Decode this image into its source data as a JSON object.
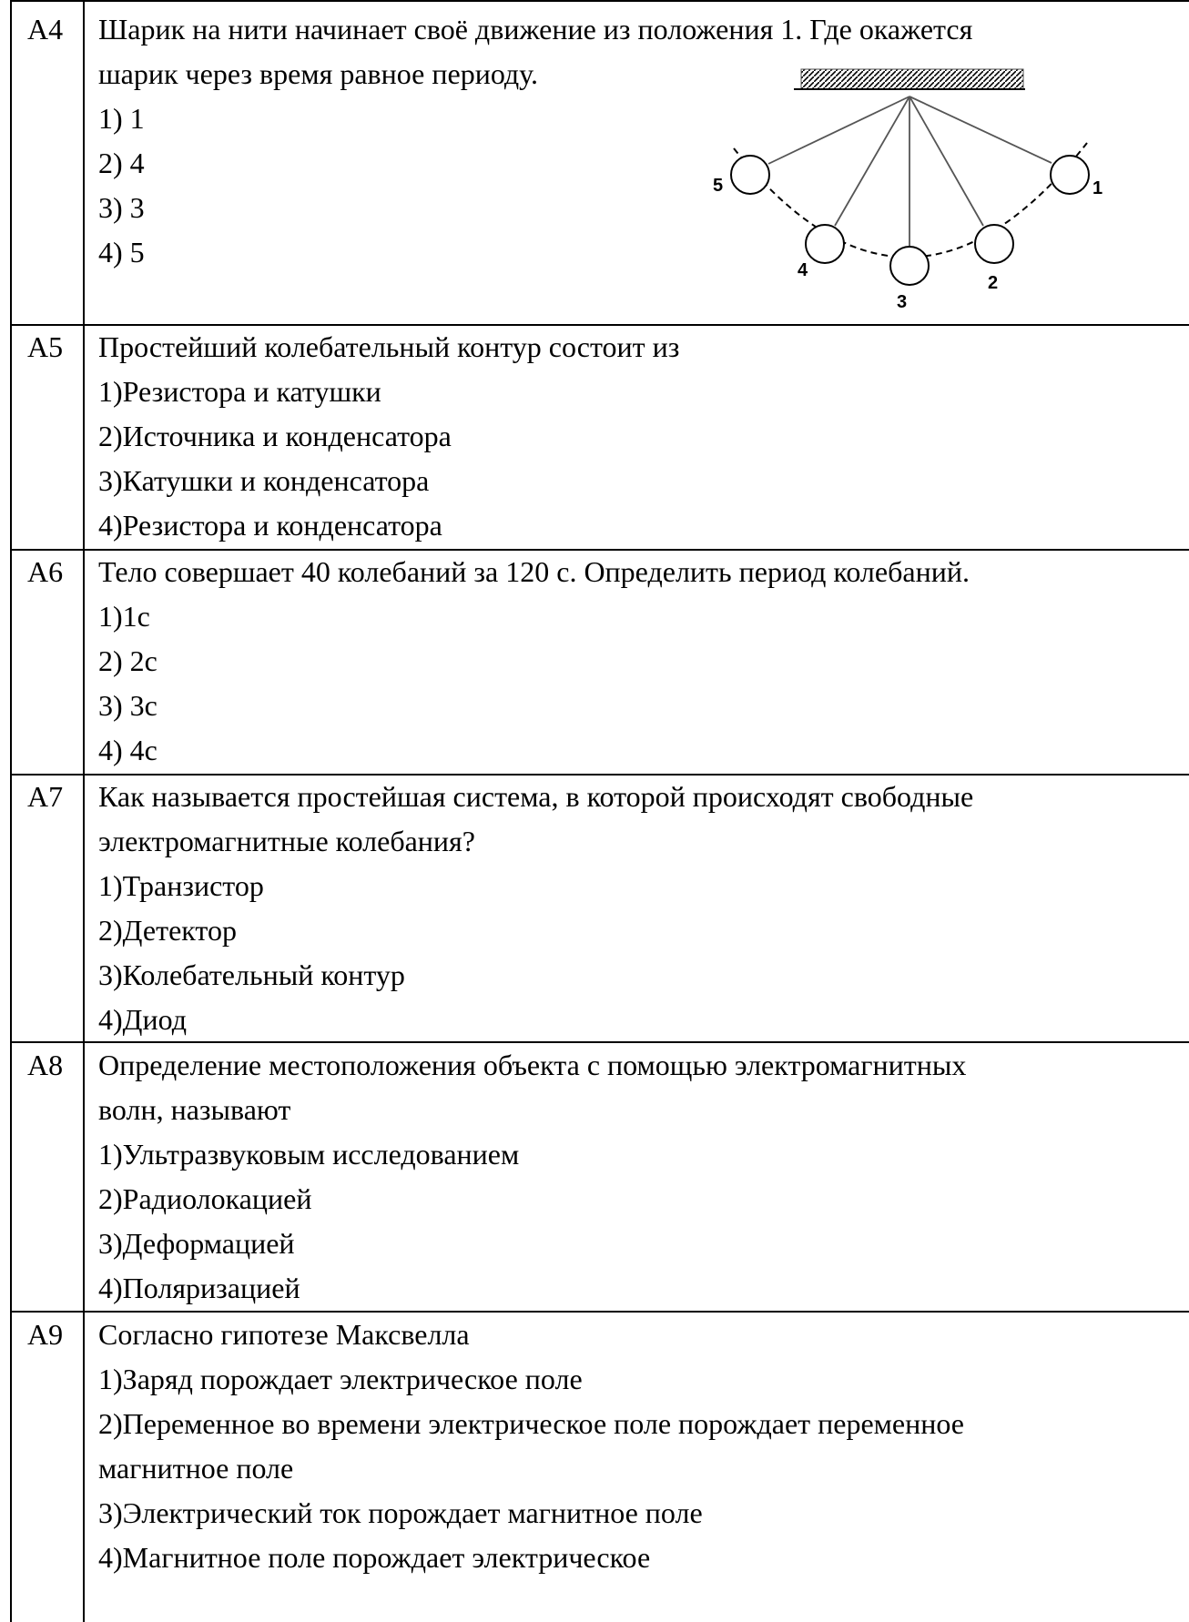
{
  "questions": [
    {
      "id": "A4",
      "lines": [
        "Шарик на нити начинает своё движение из положения 1. Где окажется",
        "шарик через время равное периоду.",
        "1) 1",
        "2) 4",
        "3) 3",
        "4) 5"
      ],
      "figure_labels": [
        "5",
        "4",
        "3",
        "2",
        "1"
      ]
    },
    {
      "id": "A5",
      "lines": [
        "Простейший колебательный контур состоит из",
        "1)Резистора и катушки",
        "2)Источника и конденсатора",
        "3)Катушки и конденсатора",
        "4)Резистора и конденсатора"
      ]
    },
    {
      "id": "A6",
      "lines": [
        "Тело совершает 40 колебаний за 120 с. Определить период колебаний.",
        "1)1с",
        "2) 2с",
        "3) 3с",
        "4) 4с"
      ]
    },
    {
      "id": "A7",
      "lines": [
        "Как называется простейшая система, в которой происходят свободные",
        "электромагнитные колебания?",
        "1)Транзистор",
        "2)Детектор",
        "3)Колебательный контур",
        "4)Диод"
      ]
    },
    {
      "id": "A8",
      "lines": [
        "Определение местоположения объекта с помощью электромагнитных",
        "волн, называют",
        "1)Ультразвуковым исследованием",
        "2)Радиолокацией",
        "3)Деформацией",
        "4)Поляризацией"
      ]
    },
    {
      "id": "A9",
      "lines": [
        "Согласно гипотезе Максвелла",
        "1)Заряд порождает электрическое поле",
        "2)Переменное во времени электрическое поле порождает переменное",
        "магнитное поле",
        "3)Электрический ток порождает магнитное поле",
        "4)Магнитное поле порождает электрическое"
      ]
    }
  ]
}
